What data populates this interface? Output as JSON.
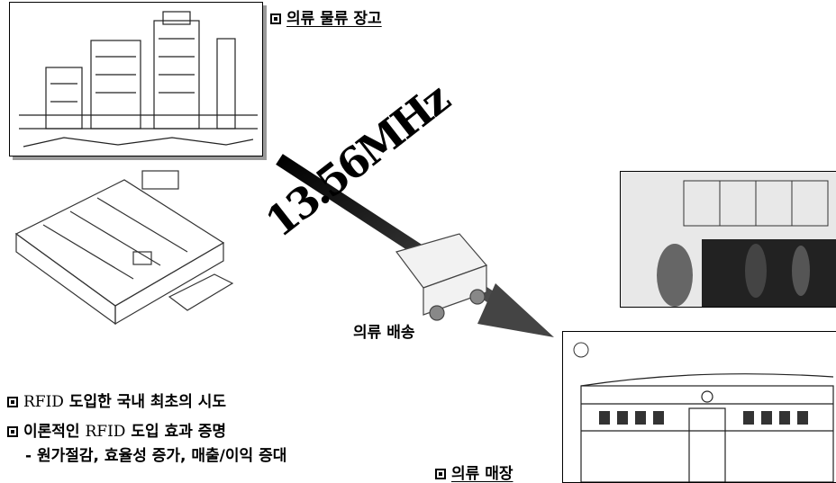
{
  "labels": {
    "warehouse": "의류 물류 장고",
    "store": "의류 매장",
    "delivery": "의류 배송",
    "frequency": "13.56MHz"
  },
  "bullets": [
    {
      "prefix": "RFID",
      "text": " 도입한 국내 최초의 시도"
    },
    {
      "prefix": "이론적인 ",
      "rfid": "RFID",
      "text": " 도입 효과 증명"
    }
  ],
  "sub_bullet": "- 원가절감, 효율성 증가, 매출/이익 증대",
  "icons": {
    "bullet": "filled-square-icon",
    "arrow": "diagonal-arrow-icon"
  }
}
